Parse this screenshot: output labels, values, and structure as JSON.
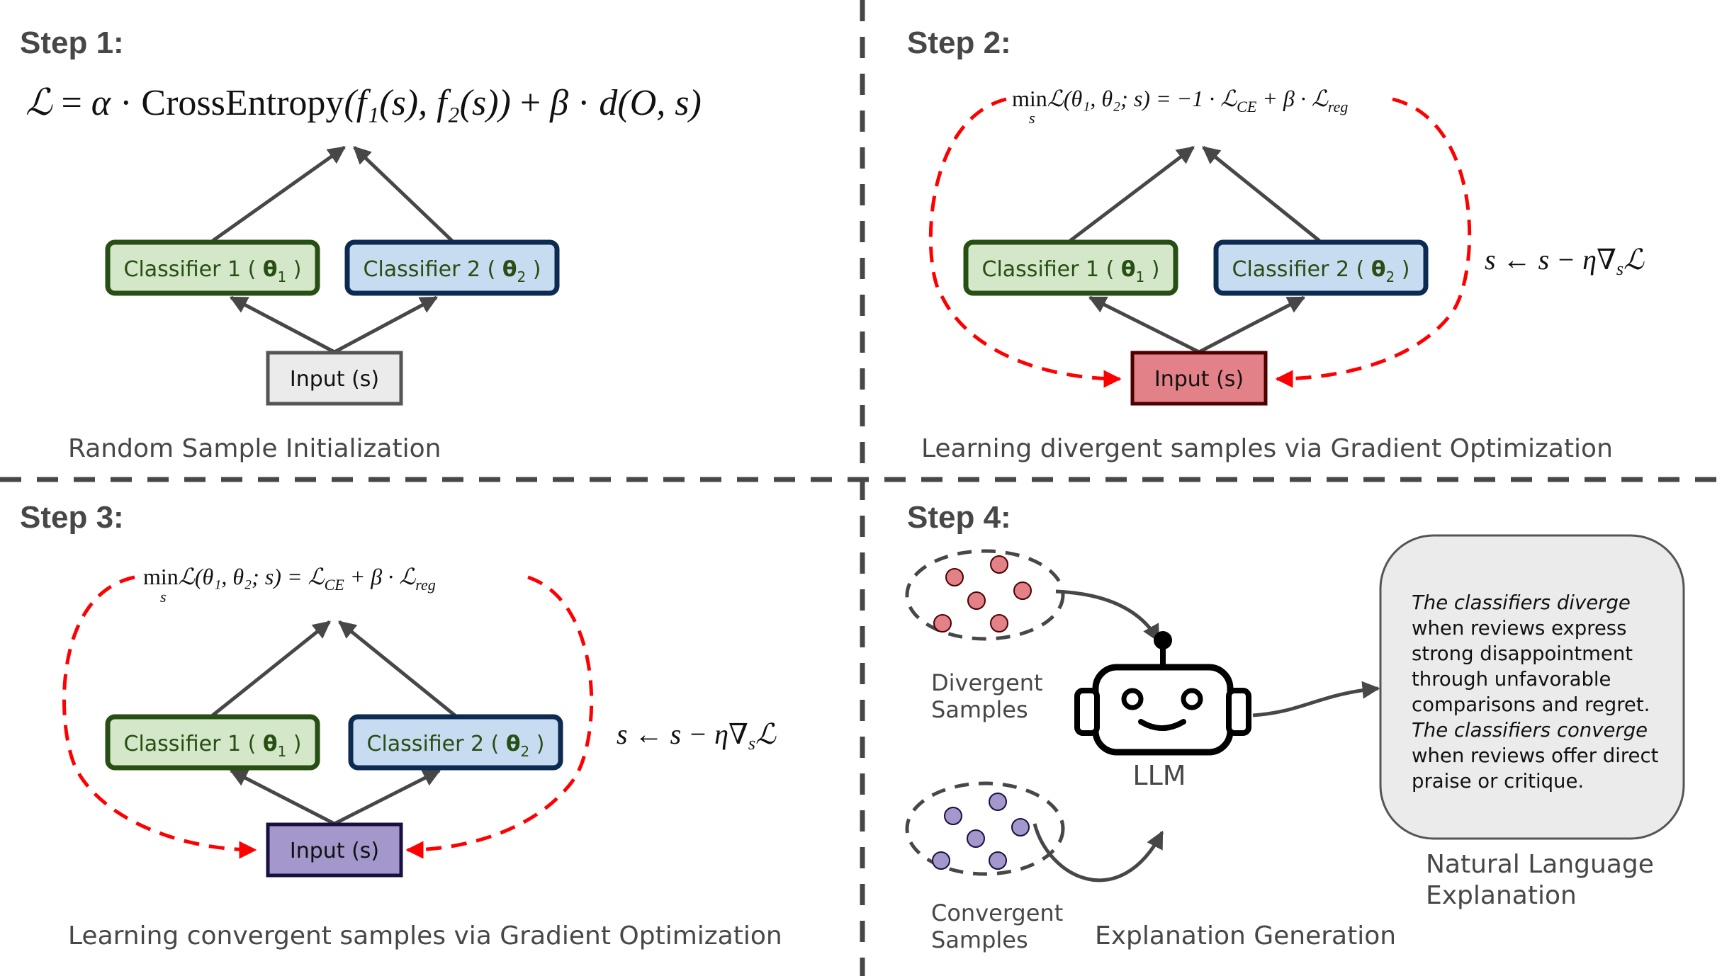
{
  "figure": {
    "colors": {
      "divider": "#474747",
      "arrow": "#474747",
      "gradient_loop": "#ff0000",
      "classifier1_fill": "#d4e7c8",
      "classifier1_border": "#274e13",
      "classifier2_fill": "#c7dcf0",
      "classifier2_border": "#0c2a52",
      "input_step1_fill": "#ebebeb",
      "input_step1_border": "#555555",
      "input_step2_fill": "#e28188",
      "input_step2_border": "#4c0000",
      "input_step3_fill": "#a397cb",
      "input_step3_border": "#1a1040",
      "divergent_dot_fill": "#e28188",
      "convergent_dot_fill": "#a397cb",
      "explanation_fill": "#ebebeb"
    }
  },
  "step1": {
    "title": "Step 1:",
    "formula": {
      "lhs": "ℒ",
      "eq": " = ",
      "alpha": "α",
      "dot1": " · ",
      "ce": "CrossEntropy",
      "args": "(f₁(s), f₂(s))",
      "plus": " + ",
      "beta": "β",
      "dot2": " · ",
      "d": "d",
      "dargs": "(O, s)"
    },
    "classifier1": {
      "label": "Classifier 1 ( ",
      "theta": "θ",
      "sub": "1",
      "close": " )"
    },
    "classifier2": {
      "label": "Classifier 2 ( ",
      "theta": "θ",
      "sub": "2",
      "close": " )"
    },
    "input_label": "Input (s)",
    "caption": "Random Sample Initialization"
  },
  "step2": {
    "title": "Step 2:",
    "objective": {
      "min": "min",
      "min_sub": "s",
      "body": "ℒ(θ₁, θ₂; s) = −1 · ℒ",
      "ce_sub": "CE",
      "mid": " + β · ℒ",
      "reg_sub": "reg"
    },
    "update_rule": {
      "lhs": "s ← s − η∇",
      "sub": "s",
      "rhs": "ℒ"
    },
    "classifier1": {
      "label": "Classifier 1 ( ",
      "theta": "θ",
      "sub": "1",
      "close": " )"
    },
    "classifier2": {
      "label": "Classifier 2 ( ",
      "theta": "θ",
      "sub": "2",
      "close": " )"
    },
    "input_label": "Input (s)",
    "caption": "Learning divergent samples via Gradient Optimization"
  },
  "step3": {
    "title": "Step 3:",
    "objective": {
      "min": "min",
      "min_sub": "s",
      "body": "ℒ(θ₁, θ₂; s) = ℒ",
      "ce_sub": "CE",
      "mid": " + β · ℒ",
      "reg_sub": "reg"
    },
    "update_rule": {
      "lhs": "s ← s − η∇",
      "sub": "s",
      "rhs": "ℒ"
    },
    "classifier1": {
      "label": "Classifier 1 ( ",
      "theta": "θ",
      "sub": "1",
      "close": " )"
    },
    "classifier2": {
      "label": "Classifier 2 ( ",
      "theta": "θ",
      "sub": "2",
      "close": " )"
    },
    "input_label": "Input (s)",
    "caption": "Learning convergent samples via Gradient Optimization"
  },
  "step4": {
    "title": "Step 4:",
    "divergent_label": [
      "Divergent",
      "Samples"
    ],
    "convergent_label": [
      "Convergent",
      "Samples"
    ],
    "llm_label": "LLM",
    "robot_icon": "robot-icon",
    "caption": "Explanation Generation",
    "explanation_label": [
      "Natural Language",
      "Explanation"
    ],
    "explanation_lines": [
      {
        "text": "The classifiers diverge",
        "italic": true
      },
      {
        "text": "when reviews express",
        "italic": false
      },
      {
        "text": "strong disappointment",
        "italic": false
      },
      {
        "text": "through unfavorable",
        "italic": false
      },
      {
        "text": "comparisons and regret.",
        "italic": false
      },
      {
        "text": "The classifiers converge",
        "italic": true
      },
      {
        "text": "when reviews offer direct",
        "italic": false
      },
      {
        "text": "praise or critique.",
        "italic": false
      }
    ]
  }
}
